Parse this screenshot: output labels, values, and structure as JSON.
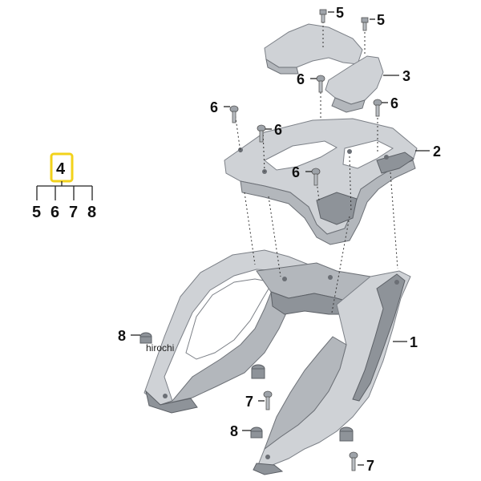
{
  "callouts": [
    {
      "id": "c-5a",
      "text": "5"
    },
    {
      "id": "c-5b",
      "text": "5"
    },
    {
      "id": "c-3",
      "text": "3"
    },
    {
      "id": "c-6a",
      "text": "6"
    },
    {
      "id": "c-6b",
      "text": "6"
    },
    {
      "id": "c-6c",
      "text": "6"
    },
    {
      "id": "c-6d",
      "text": "6"
    },
    {
      "id": "c-6e",
      "text": "6"
    },
    {
      "id": "c-2",
      "text": "2"
    },
    {
      "id": "c-1",
      "text": "1"
    },
    {
      "id": "c-8a",
      "text": "8"
    },
    {
      "id": "c-8b",
      "text": "8"
    },
    {
      "id": "c-7a",
      "text": "7"
    },
    {
      "id": "c-7b",
      "text": "7"
    }
  ],
  "key": {
    "kit_number": "4",
    "kit_highlight_color": "#f2d21b",
    "contents": [
      "5",
      "6",
      "7",
      "8"
    ]
  },
  "watermark": "hirochi",
  "colors": {
    "part_light": "#cfd2d6",
    "part_mid": "#b3b7bc",
    "part_dark": "#8e9399",
    "text": "#111111"
  }
}
